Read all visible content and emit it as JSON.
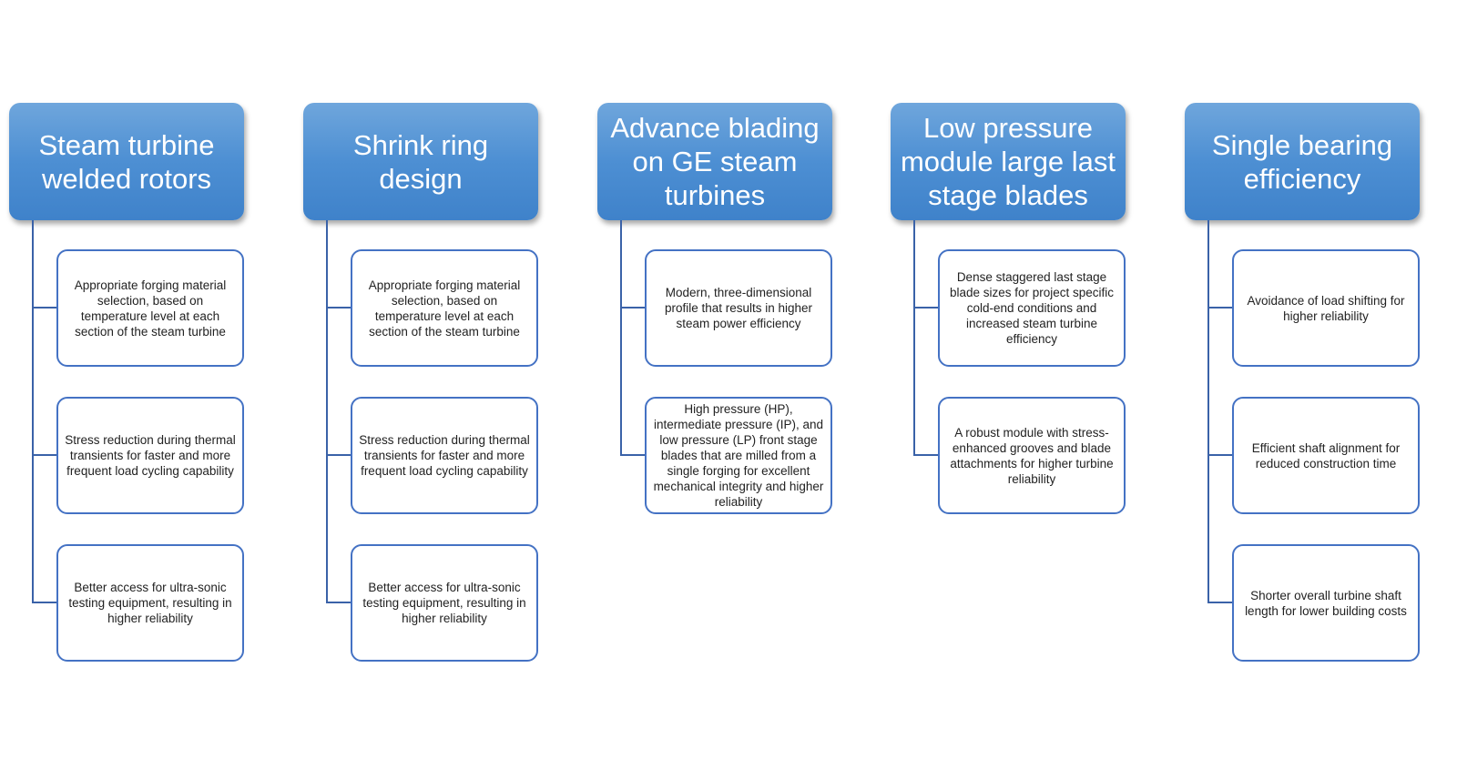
{
  "columns": [
    {
      "title": "Steam turbine welded rotors",
      "items": [
        "Appropriate forging material selection, based on temperature level at each section of the steam turbine",
        "Stress reduction during thermal transients for faster and more frequent load cycling capability",
        "Better access for ultra-sonic testing equipment, resulting in higher reliability"
      ]
    },
    {
      "title": "Shrink ring design",
      "items": [
        "Appropriate forging material selection, based on temperature level at each section of the steam turbine",
        "Stress reduction during thermal transients for faster and more frequent load cycling capability",
        "Better access for ultra-sonic testing equipment, resulting in higher reliability"
      ]
    },
    {
      "title": "Advance blading on GE steam turbines",
      "items": [
        "Modern, three-dimensional profile that results in higher steam power efficiency",
        "High pressure (HP), intermediate pressure (IP), and low pressure (LP) front stage blades that are milled from a single forging for excellent mechanical integrity and higher reliability"
      ]
    },
    {
      "title": "Low pressure module large last stage blades",
      "items": [
        "Dense staggered last stage blade sizes for project specific cold-end conditions and increased steam turbine efficiency",
        "A robust module with stress-enhanced grooves and blade attachments for higher turbine reliability"
      ]
    },
    {
      "title": "Single bearing efficiency",
      "items": [
        "Avoidance of load shifting for higher reliability",
        "Efficient shaft alignment for reduced construction time",
        "Shorter overall turbine shaft length for lower building costs"
      ]
    }
  ]
}
